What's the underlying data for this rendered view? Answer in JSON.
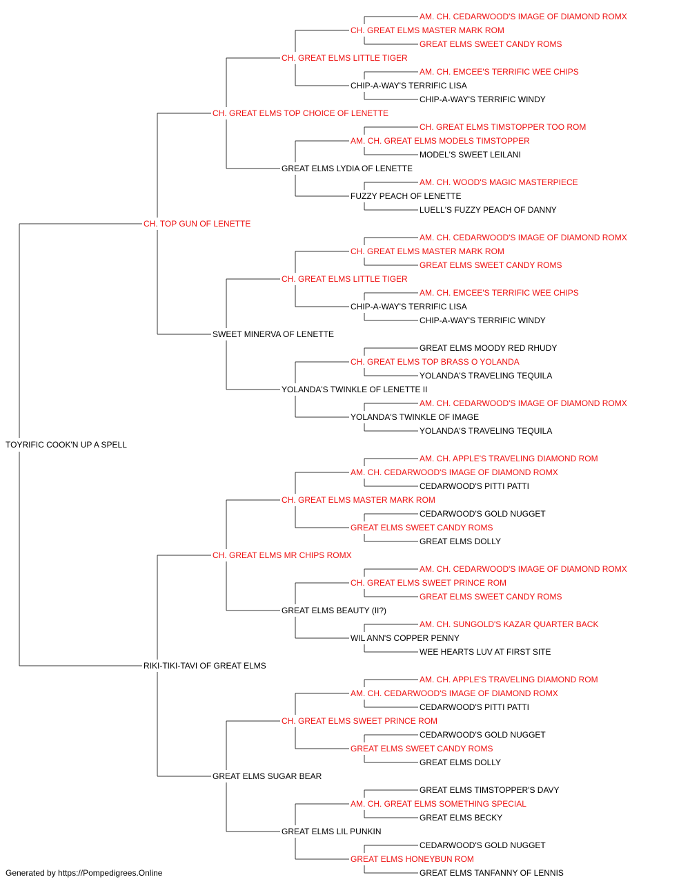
{
  "colors": {
    "champion": "#ee1111",
    "normal": "#000000",
    "connector": "#333333"
  },
  "pedigree": {
    "name": "TOYRIFIC COOK'N UP A SPELL",
    "champion": false,
    "sire": {
      "name": "CH. TOP GUN OF LENETTE",
      "champion": true,
      "sire": {
        "name": "CH. GREAT ELMS TOP CHOICE OF LENETTE",
        "champion": true,
        "sire": {
          "name": "CH. GREAT ELMS LITTLE TIGER",
          "champion": true,
          "sire": {
            "name": "CH. GREAT ELMS MASTER MARK ROM",
            "champion": true,
            "sire": {
              "name": "AM. CH. CEDARWOOD'S IMAGE OF DIAMOND ROMX",
              "champion": true
            },
            "dam": {
              "name": "GREAT ELMS SWEET CANDY ROMS",
              "champion": true
            }
          },
          "dam": {
            "name": "CHIP-A-WAY'S TERRIFIC LISA",
            "champion": false,
            "sire": {
              "name": "AM. CH. EMCEE'S TERRIFIC WEE CHIPS",
              "champion": true
            },
            "dam": {
              "name": "CHIP-A-WAY'S TERRIFIC WINDY",
              "champion": false
            }
          }
        },
        "dam": {
          "name": "GREAT ELMS LYDIA OF LENETTE",
          "champion": false,
          "sire": {
            "name": "AM. CH. GREAT ELMS MODELS TIMSTOPPER",
            "champion": true,
            "sire": {
              "name": "CH. GREAT ELMS TIMSTOPPER TOO ROM",
              "champion": true
            },
            "dam": {
              "name": "MODEL'S SWEET LEILANI",
              "champion": false
            }
          },
          "dam": {
            "name": "FUZZY PEACH OF LENETTE",
            "champion": false,
            "sire": {
              "name": "AM. CH. WOOD'S MAGIC MASTERPIECE",
              "champion": true
            },
            "dam": {
              "name": "LUELL'S FUZZY PEACH OF DANNY",
              "champion": false
            }
          }
        }
      },
      "dam": {
        "name": "SWEET MINERVA OF LENETTE",
        "champion": false,
        "sire": {
          "name": "CH. GREAT ELMS LITTLE TIGER",
          "champion": true,
          "sire": {
            "name": "CH. GREAT ELMS MASTER MARK ROM",
            "champion": true,
            "sire": {
              "name": "AM. CH. CEDARWOOD'S IMAGE OF DIAMOND ROMX",
              "champion": true
            },
            "dam": {
              "name": "GREAT ELMS SWEET CANDY ROMS",
              "champion": true
            }
          },
          "dam": {
            "name": "CHIP-A-WAY'S TERRIFIC LISA",
            "champion": false,
            "sire": {
              "name": "AM. CH. EMCEE'S TERRIFIC WEE CHIPS",
              "champion": true
            },
            "dam": {
              "name": "CHIP-A-WAY'S TERRIFIC WINDY",
              "champion": false
            }
          }
        },
        "dam": {
          "name": "YOLANDA'S TWINKLE OF LENETTE II",
          "champion": false,
          "sire": {
            "name": "CH. GREAT ELMS TOP BRASS O YOLANDA",
            "champion": true,
            "sire": {
              "name": "GREAT ELMS MOODY RED RHUDY",
              "champion": false
            },
            "dam": {
              "name": "YOLANDA'S TRAVELING TEQUILA",
              "champion": false
            }
          },
          "dam": {
            "name": "YOLANDA'S TWINKLE OF IMAGE",
            "champion": false,
            "sire": {
              "name": "AM. CH. CEDARWOOD'S IMAGE OF DIAMOND ROMX",
              "champion": true
            },
            "dam": {
              "name": "YOLANDA'S TRAVELING TEQUILA",
              "champion": false
            }
          }
        }
      }
    },
    "dam": {
      "name": "RIKI-TIKI-TAVI OF GREAT ELMS",
      "champion": false,
      "sire": {
        "name": "CH. GREAT ELMS MR CHIPS ROMX",
        "champion": true,
        "sire": {
          "name": "CH. GREAT ELMS MASTER MARK ROM",
          "champion": true,
          "sire": {
            "name": "AM. CH. CEDARWOOD'S IMAGE OF DIAMOND ROMX",
            "champion": true,
            "sire": {
              "name": "AM. CH. APPLE'S TRAVELING DIAMOND ROM",
              "champion": true
            },
            "dam": {
              "name": "CEDARWOOD'S PITTI PATTI",
              "champion": false
            }
          },
          "dam": {
            "name": "GREAT ELMS SWEET CANDY ROMS",
            "champion": true,
            "sire": {
              "name": "CEDARWOOD'S GOLD NUGGET",
              "champion": false
            },
            "dam": {
              "name": "GREAT ELMS DOLLY",
              "champion": false
            }
          }
        },
        "dam": {
          "name": "GREAT ELMS BEAUTY (II?)",
          "champion": false,
          "sire": {
            "name": "CH. GREAT ELMS SWEET PRINCE ROM",
            "champion": true,
            "sire": {
              "name": "AM. CH. CEDARWOOD'S IMAGE OF DIAMOND ROMX",
              "champion": true
            },
            "dam": {
              "name": "GREAT ELMS SWEET CANDY ROMS",
              "champion": true
            }
          },
          "dam": {
            "name": "WIL ANN'S COPPER PENNY",
            "champion": false,
            "sire": {
              "name": "AM. CH. SUNGOLD'S KAZAR QUARTER BACK",
              "champion": true
            },
            "dam": {
              "name": "WEE HEARTS LUV AT FIRST SITE",
              "champion": false
            }
          }
        }
      },
      "dam": {
        "name": "GREAT ELMS SUGAR BEAR",
        "champion": false,
        "sire": {
          "name": "CH. GREAT ELMS SWEET PRINCE ROM",
          "champion": true,
          "sire": {
            "name": "AM. CH. CEDARWOOD'S IMAGE OF DIAMOND ROMX",
            "champion": true,
            "sire": {
              "name": "AM. CH. APPLE'S TRAVELING DIAMOND ROM",
              "champion": true
            },
            "dam": {
              "name": "CEDARWOOD'S PITTI PATTI",
              "champion": false
            }
          },
          "dam": {
            "name": "GREAT ELMS SWEET CANDY ROMS",
            "champion": true,
            "sire": {
              "name": "CEDARWOOD'S GOLD NUGGET",
              "champion": false
            },
            "dam": {
              "name": "GREAT ELMS DOLLY",
              "champion": false
            }
          }
        },
        "dam": {
          "name": "GREAT ELMS LIL PUNKIN",
          "champion": false,
          "sire": {
            "name": "AM. CH. GREAT ELMS SOMETHING SPECIAL",
            "champion": true,
            "sire": {
              "name": "GREAT ELMS TIMSTOPPER'S DAVY",
              "champion": false
            },
            "dam": {
              "name": "GREAT ELMS BECKY",
              "champion": false
            }
          },
          "dam": {
            "name": "GREAT ELMS HONEYBUN ROM",
            "champion": true,
            "sire": {
              "name": "CEDARWOOD'S GOLD NUGGET",
              "champion": false
            },
            "dam": {
              "name": "GREAT ELMS TANFANNY OF LENNIS",
              "champion": false
            }
          }
        }
      }
    }
  },
  "footer": "Generated by https://Pompedigrees.Online"
}
